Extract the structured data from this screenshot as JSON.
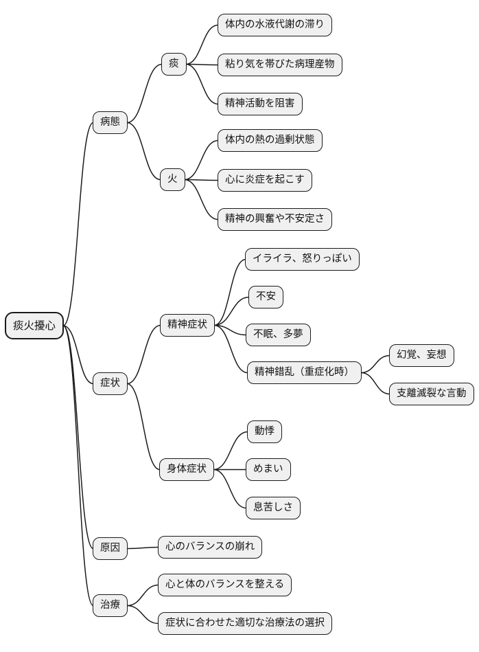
{
  "colors": {
    "background": "#ffffff",
    "node_fill": "#f0f0f0",
    "node_border": "#1a1a1a",
    "line": "#1a1a1a",
    "text": "#111111"
  },
  "nodes": {
    "root": {
      "label": "痰火擾心"
    },
    "byotai": {
      "label": "病態"
    },
    "tan": {
      "label": "痰"
    },
    "tan1": {
      "label": "体内の水液代謝の滞り"
    },
    "tan2": {
      "label": "粘り気を帯びた病理産物"
    },
    "tan3": {
      "label": "精神活動を阻害"
    },
    "hi": {
      "label": "火"
    },
    "hi1": {
      "label": "体内の熱の過剰状態"
    },
    "hi2": {
      "label": "心に炎症を起こす"
    },
    "hi3": {
      "label": "精神の興奮や不安定さ"
    },
    "shojo": {
      "label": "症状"
    },
    "seishin": {
      "label": "精神症状"
    },
    "sei1": {
      "label": "イライラ、怒りっぽい"
    },
    "sei2": {
      "label": "不安"
    },
    "sei3": {
      "label": "不眠、多夢"
    },
    "sei4": {
      "label": "精神錯乱（重症化時）"
    },
    "sak1": {
      "label": "幻覚、妄想"
    },
    "sak2": {
      "label": "支離滅裂な言動"
    },
    "shintai": {
      "label": "身体症状"
    },
    "shin1": {
      "label": "動悸"
    },
    "shin2": {
      "label": "めまい"
    },
    "shin3": {
      "label": "息苦しさ"
    },
    "genin": {
      "label": "原因"
    },
    "gen1": {
      "label": "心のバランスの崩れ"
    },
    "chiryo": {
      "label": "治療"
    },
    "chi1": {
      "label": "心と体のバランスを整える"
    },
    "chi2": {
      "label": "症状に合わせた適切な治療法の選択"
    }
  },
  "edges": [
    [
      "root",
      "byotai"
    ],
    [
      "root",
      "shojo"
    ],
    [
      "root",
      "genin"
    ],
    [
      "root",
      "chiryo"
    ],
    [
      "byotai",
      "tan"
    ],
    [
      "byotai",
      "hi"
    ],
    [
      "tan",
      "tan1"
    ],
    [
      "tan",
      "tan2"
    ],
    [
      "tan",
      "tan3"
    ],
    [
      "hi",
      "hi1"
    ],
    [
      "hi",
      "hi2"
    ],
    [
      "hi",
      "hi3"
    ],
    [
      "shojo",
      "seishin"
    ],
    [
      "shojo",
      "shintai"
    ],
    [
      "seishin",
      "sei1"
    ],
    [
      "seishin",
      "sei2"
    ],
    [
      "seishin",
      "sei3"
    ],
    [
      "seishin",
      "sei4"
    ],
    [
      "sei4",
      "sak1"
    ],
    [
      "sei4",
      "sak2"
    ],
    [
      "shintai",
      "shin1"
    ],
    [
      "shintai",
      "shin2"
    ],
    [
      "shintai",
      "shin3"
    ],
    [
      "genin",
      "gen1"
    ],
    [
      "chiryo",
      "chi1"
    ],
    [
      "chiryo",
      "chi2"
    ]
  ]
}
